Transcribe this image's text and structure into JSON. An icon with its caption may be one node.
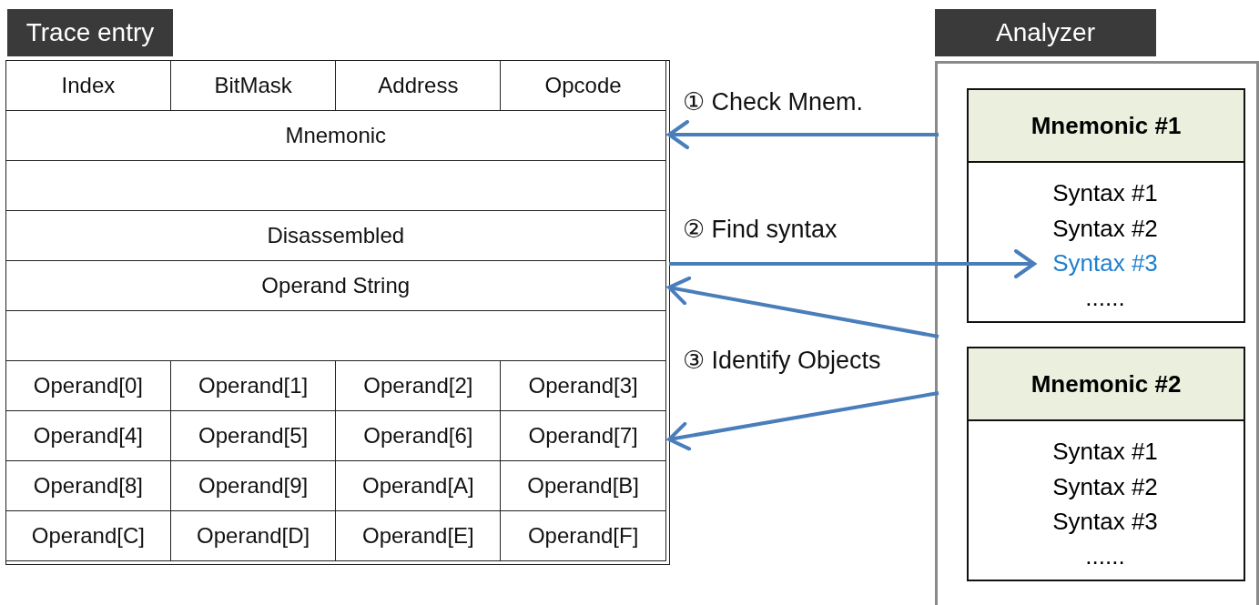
{
  "diagram": {
    "nodes": [
      {
        "text": [
          "Trace entry"
        ]
      },
      {
        "text": [
          "Index"
        ],
        "in": 0
      },
      {
        "text": [
          "BitMask"
        ],
        "in": 0
      },
      {
        "text": [
          "Address"
        ],
        "in": 0
      },
      {
        "text": [
          "Opcode"
        ],
        "in": 0
      },
      {
        "text": [
          "Mnemonic"
        ],
        "in": 0
      },
      {
        "text": [],
        "shape": "box",
        "in": 0
      },
      {
        "text": [
          "Disassembled"
        ],
        "in": 0
      },
      {
        "text": [
          "Operand String"
        ],
        "in": 0
      },
      {
        "text": [],
        "shape": "box",
        "in": 0
      },
      {
        "text": [
          "Operand[0]"
        ],
        "in": 0
      },
      {
        "text": [
          "Operand[1]"
        ],
        "in": 0
      },
      {
        "text": [
          "Operand[2]"
        ],
        "in": 0
      },
      {
        "text": [
          "Operand[3]"
        ],
        "in": 0
      },
      {
        "text": [
          "Operand[4]"
        ],
        "in": 0
      },
      {
        "text": [
          "Operand[5]"
        ],
        "in": 0
      },
      {
        "text": [
          "Operand[6]"
        ],
        "in": 0
      },
      {
        "text": [
          "Operand[7]"
        ],
        "in": 0
      },
      {
        "text": [
          "Operand[8]"
        ],
        "in": 0
      },
      {
        "text": [
          "Operand[9]"
        ],
        "in": 0
      },
      {
        "text": [
          "Operand[A]"
        ],
        "in": 0
      },
      {
        "text": [
          "Operand[B]"
        ],
        "in": 0
      },
      {
        "text": [
          "Operand[C]"
        ],
        "in": 0
      },
      {
        "text": [
          "Operand[D]"
        ],
        "in": 0
      },
      {
        "text": [
          "Operand[E]"
        ],
        "in": 0
      },
      {
        "text": [
          "Operand[F]"
        ],
        "in": 0
      },
      {
        "text": [
          "Analyzer"
        ]
      },
      {
        "text": [
          "Mnemonic #1"
        ],
        "in": 26
      },
      {
        "text": [
          "Syntax #1"
        ],
        "in": 27
      },
      {
        "text": [
          "Syntax #2"
        ],
        "in": 27
      },
      {
        "text": [
          "Syntax #3"
        ],
        "in": 27
      },
      {
        "text": [
          "......"
        ],
        "in": 27
      },
      {
        "text": [
          "Mnemonic #2"
        ],
        "in": 26
      },
      {
        "text": [
          "Syntax #1"
        ],
        "in": 32
      },
      {
        "text": [
          "Syntax #2"
        ],
        "in": 32
      },
      {
        "text": [
          "Syntax #3"
        ],
        "in": 32
      },
      {
        "text": [
          "......"
        ],
        "in": 32
      }
    ],
    "edges": [
      {
        "from": 26,
        "to": 5,
        "arrow": "to"
      },
      {
        "from": 0,
        "to": 30,
        "arrow": "to"
      },
      {
        "from": 26,
        "to": 8,
        "arrow": "to"
      },
      {
        "from": 26,
        "to": 17,
        "arrow": "to"
      }
    ],
    "labels": [
      "① Check Mnem.",
      "② Find syntax",
      "③ Identify Objects"
    ]
  }
}
